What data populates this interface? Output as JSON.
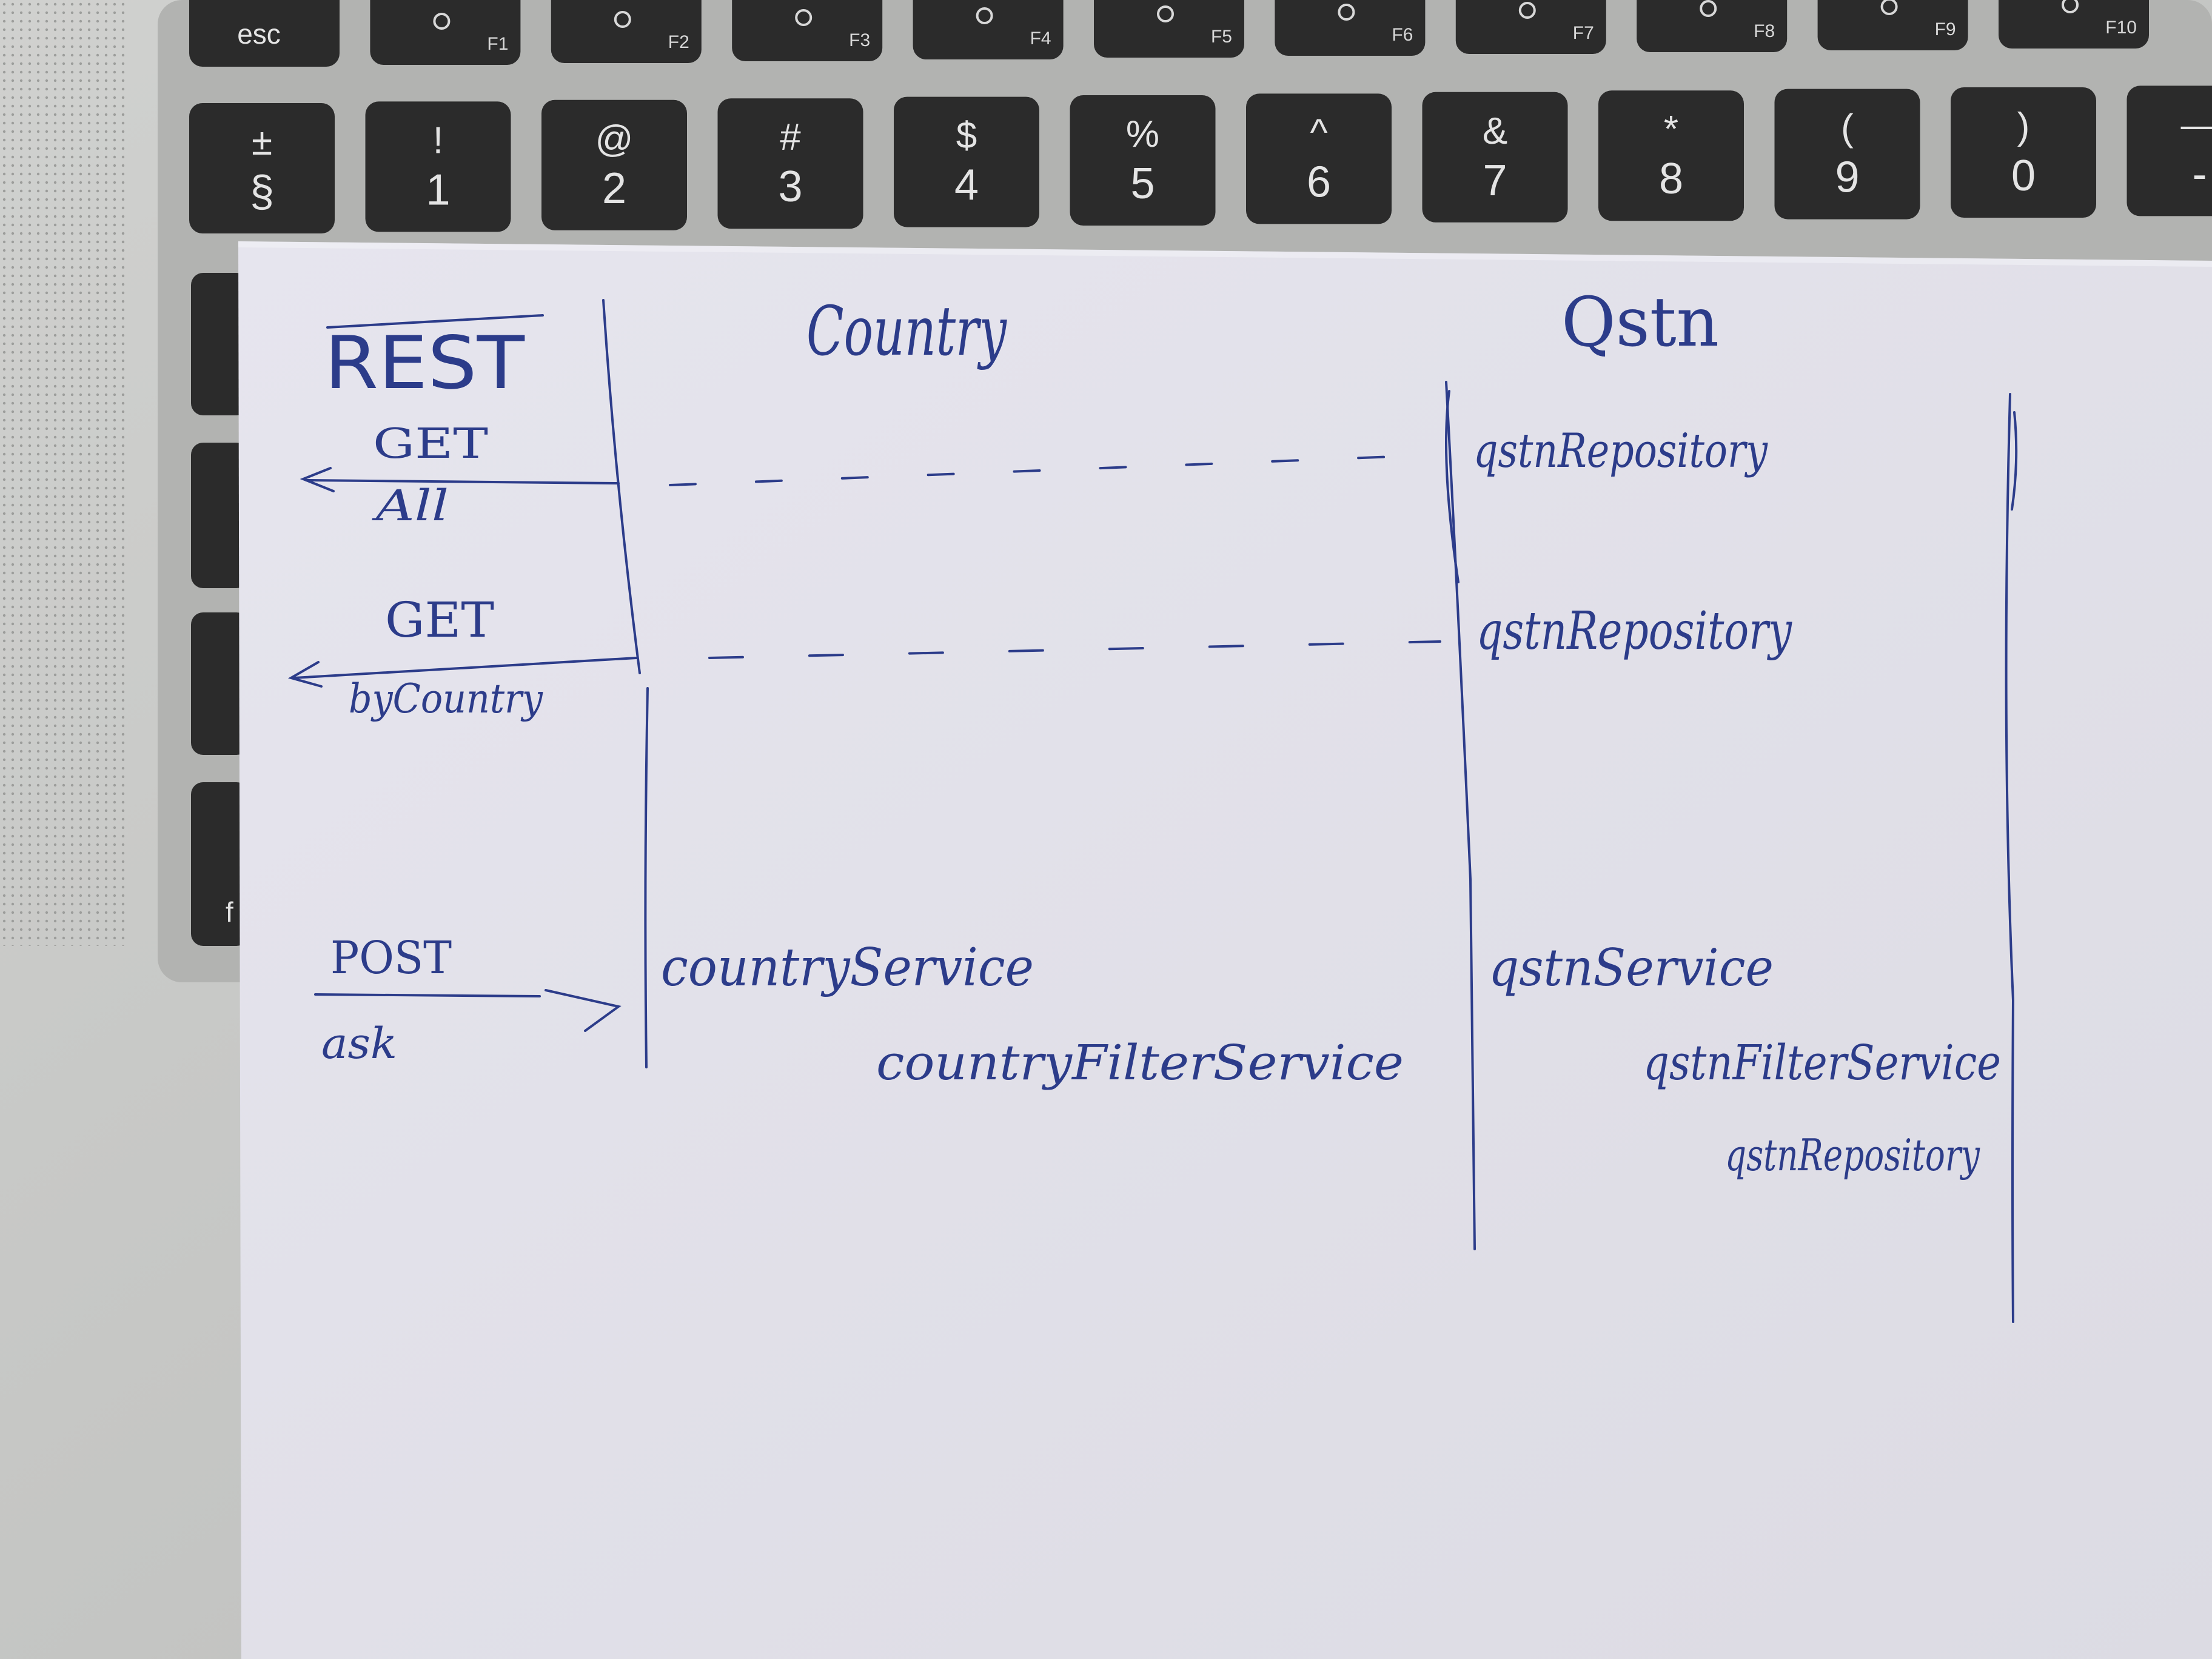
{
  "keyboard": {
    "fn_row": [
      {
        "main": "esc",
        "fn": ""
      },
      {
        "main": "",
        "fn": "F1"
      },
      {
        "main": "",
        "fn": "F2"
      },
      {
        "main": "",
        "fn": "F3"
      },
      {
        "main": "",
        "fn": "F4"
      },
      {
        "main": "",
        "fn": "F5"
      },
      {
        "main": "",
        "fn": "F6"
      },
      {
        "main": "",
        "fn": "F7"
      },
      {
        "main": "",
        "fn": "F8"
      },
      {
        "main": "",
        "fn": "F9"
      },
      {
        "main": "",
        "fn": "F10"
      }
    ],
    "number_row": [
      {
        "top": "±",
        "bottom": "§"
      },
      {
        "top": "!",
        "bottom": "1"
      },
      {
        "top": "@",
        "bottom": "2"
      },
      {
        "top": "#",
        "bottom": "3"
      },
      {
        "top": "$",
        "bottom": "4"
      },
      {
        "top": "%",
        "bottom": "5"
      },
      {
        "top": "^",
        "bottom": "6"
      },
      {
        "top": "&",
        "bottom": "7"
      },
      {
        "top": "*",
        "bottom": "8"
      },
      {
        "top": "(",
        "bottom": "9"
      },
      {
        "top": ")",
        "bottom": "0"
      },
      {
        "top": "—",
        "bottom": "-"
      }
    ],
    "side_key_label": "f"
  },
  "sketch": {
    "columns": {
      "rest": "REST",
      "country": "Country",
      "qstn": "Qstn"
    },
    "rows": {
      "get_all": {
        "method": "GET",
        "path": "All",
        "target": "qstnRepository"
      },
      "get_by_country": {
        "method": "GET",
        "path": "byCountry",
        "target": "qstnRepository"
      },
      "post_ask": {
        "method": "POST",
        "path": "ask"
      }
    },
    "country_services": {
      "service": "countryService",
      "filter_service": "countryFilterService"
    },
    "qstn_services": {
      "service": "qstnService",
      "filter_service": "qstnFilterService",
      "repository": "qstnRepository"
    }
  },
  "colors": {
    "ink": "#2c3c8a",
    "paper": "#e3e2ea",
    "key": "#2b2b2b",
    "aluminium": "#c9cac8"
  }
}
